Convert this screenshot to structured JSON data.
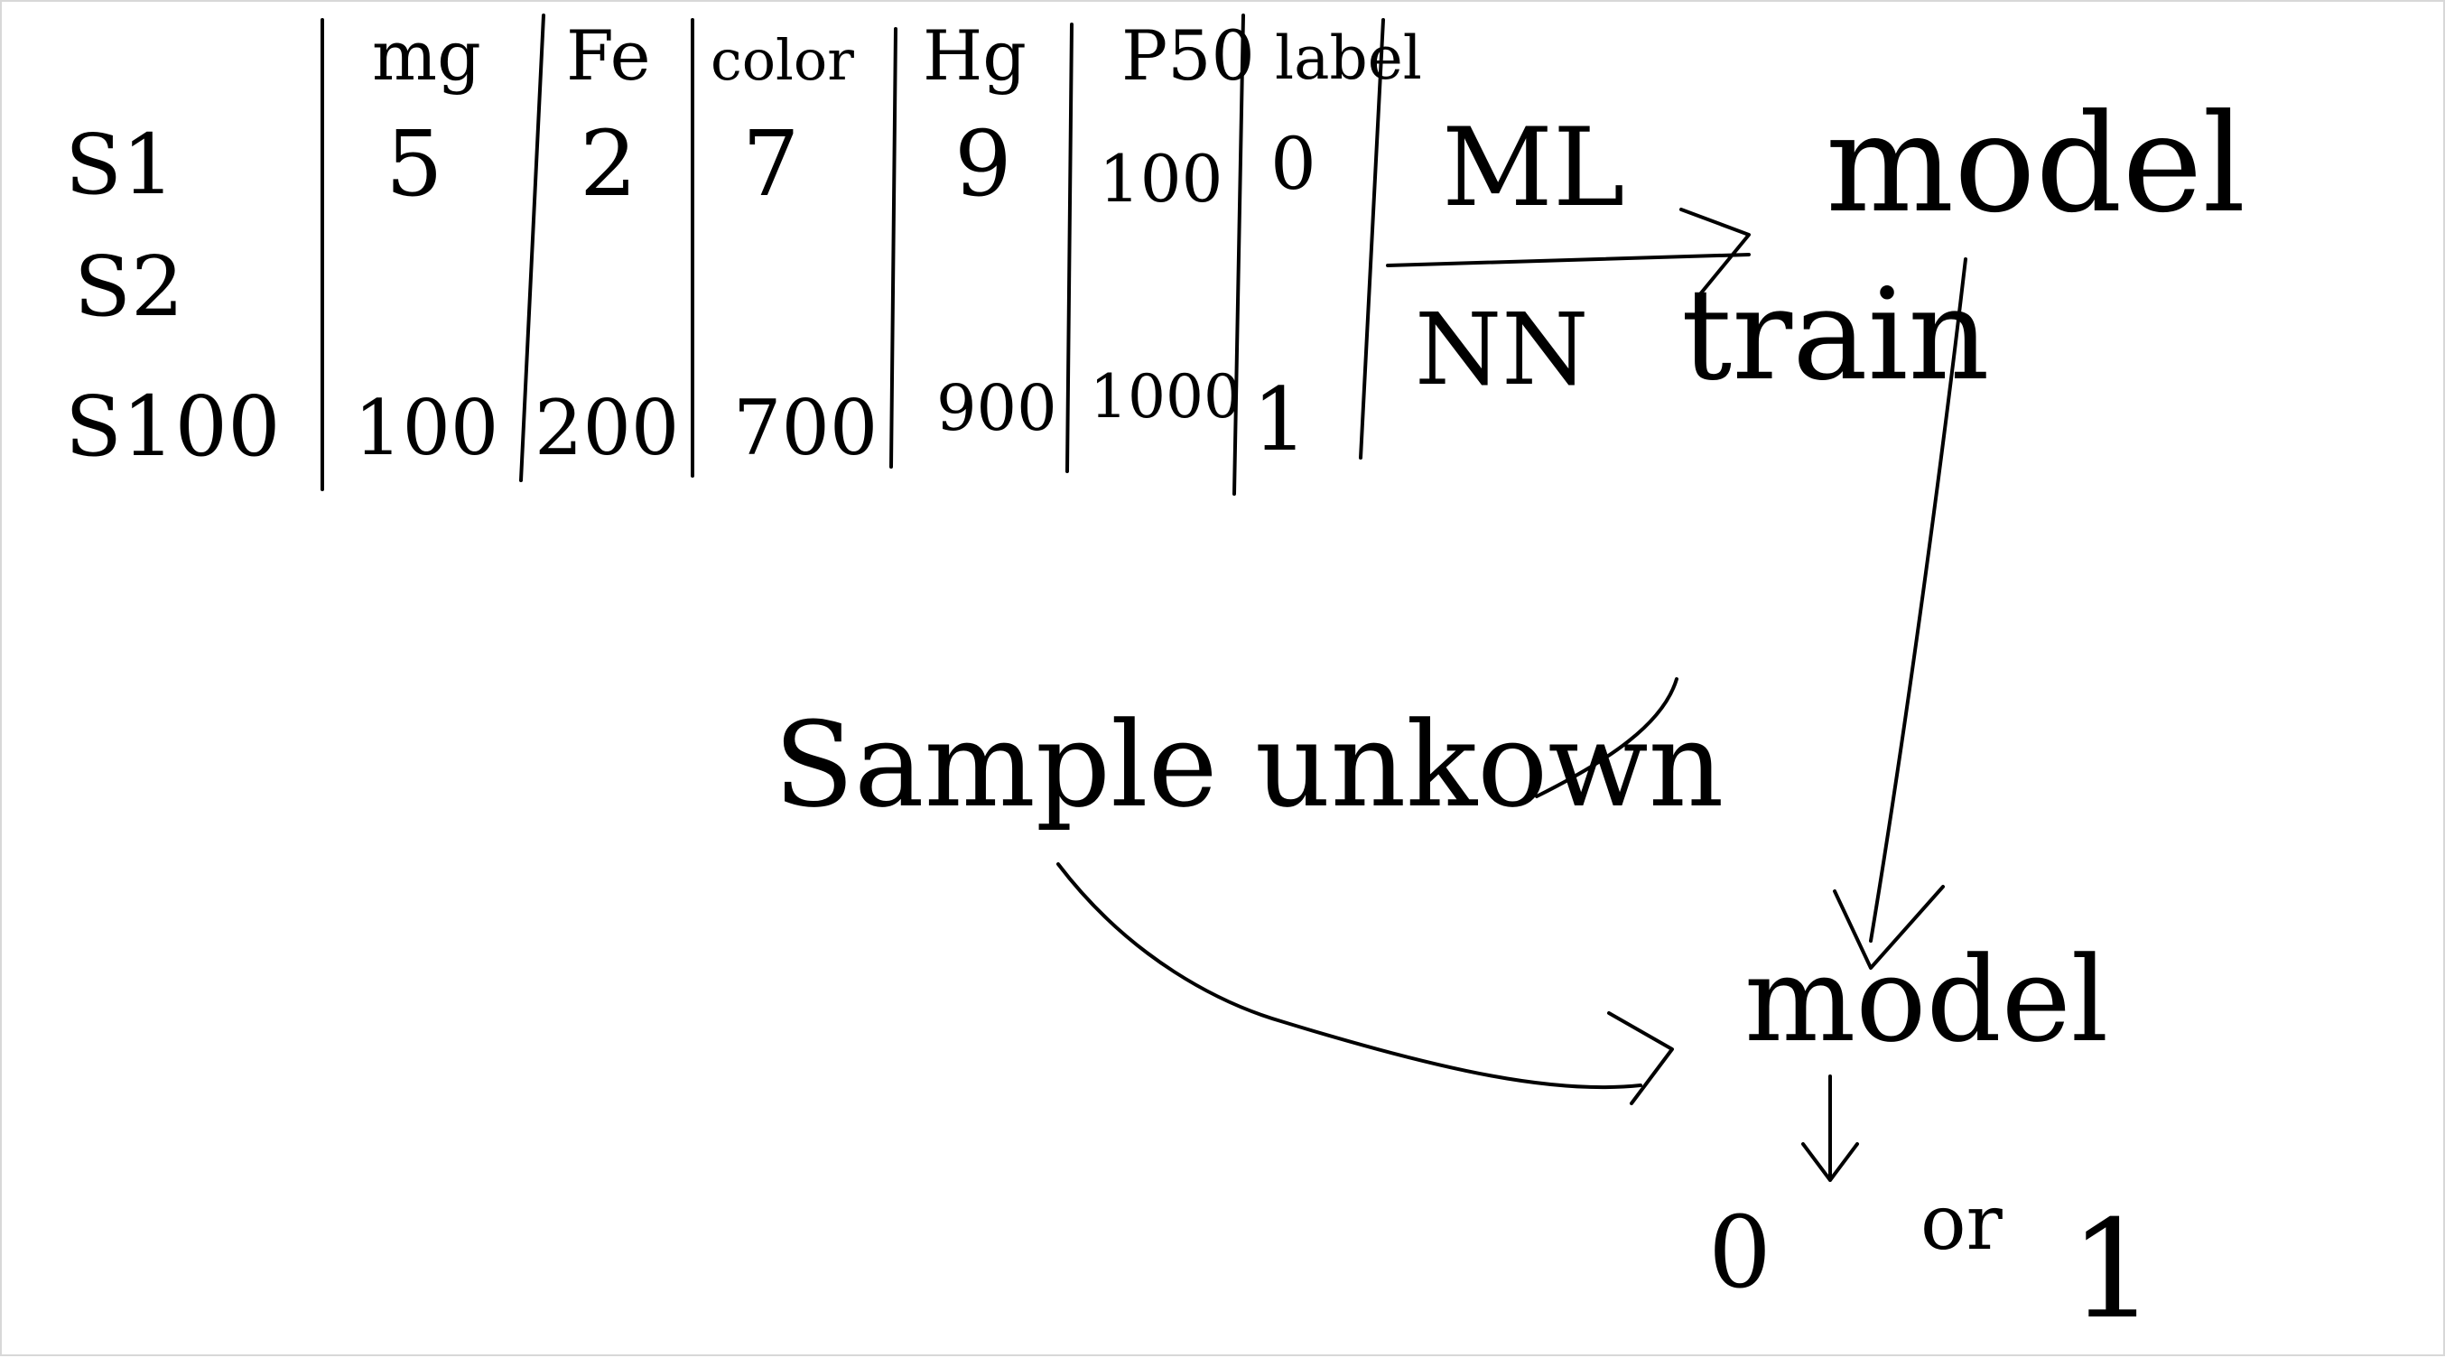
{
  "ink_color": "#000000",
  "table": {
    "headers": [
      "mg",
      "Fe",
      "color",
      "Hg",
      "P50",
      "label"
    ],
    "rows": [
      {
        "id": "S1",
        "values": [
          "5",
          "2",
          "7",
          "9",
          "100",
          "0"
        ]
      },
      {
        "id": "S2",
        "values": []
      },
      {
        "id": "S100",
        "values": [
          "100",
          "200",
          "700",
          "900",
          "1000",
          "1"
        ]
      }
    ]
  },
  "flow": {
    "method_1": "ML",
    "method_2": "NN",
    "model_top": "model",
    "train": "train",
    "sample": "Sample unkown",
    "model_bottom": "model",
    "output_0": "0",
    "output_or": "or",
    "output_1": "1"
  }
}
